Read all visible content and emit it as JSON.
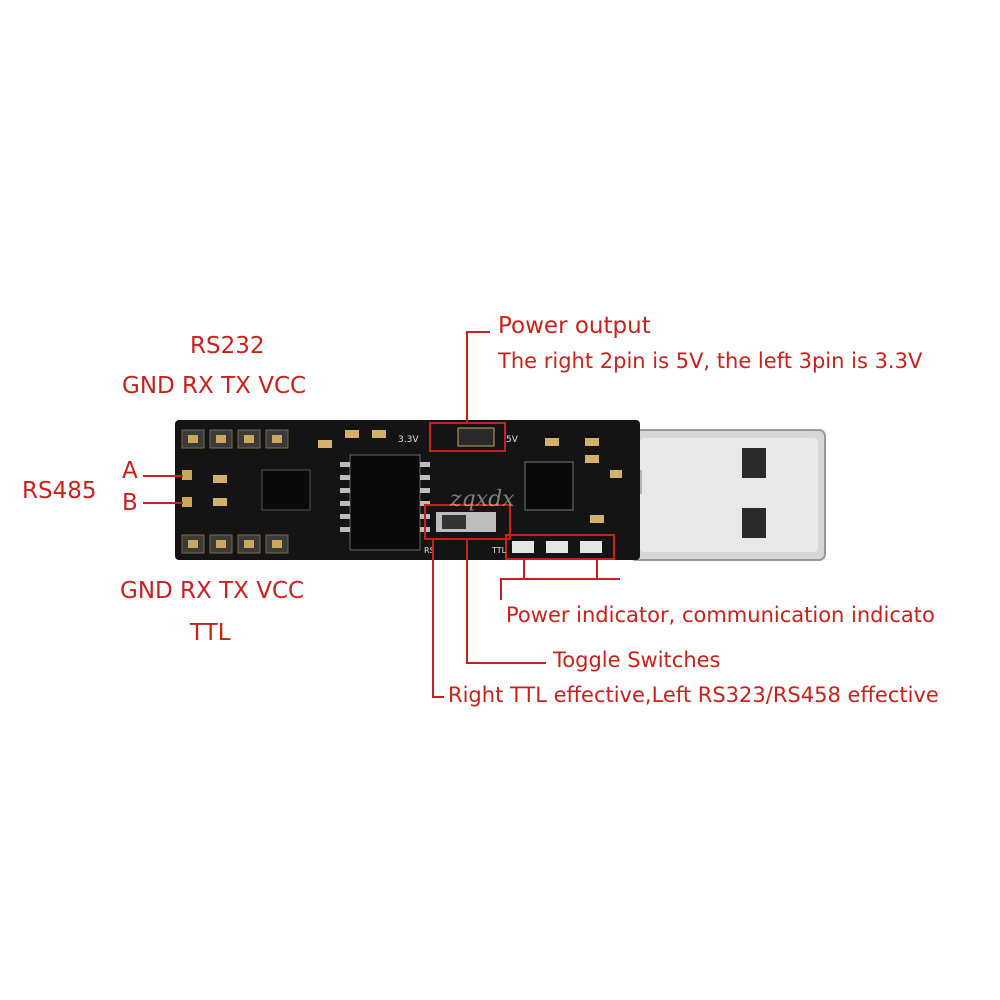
{
  "labels": {
    "rs232_title": "RS232",
    "rs232_pins": "GND RX TX VCC",
    "rs485_title": "RS485",
    "rs485_a": "A",
    "rs485_b": "B",
    "ttl_pins": "GND RX TX VCC",
    "ttl_title": "TTL",
    "power_output_title": "Power output",
    "power_output_desc": "The right 2pin is 5V, the left 3pin is 3.3V",
    "indicator_desc": "Power indicator, communication indicato",
    "toggle_desc": "Toggle Switches",
    "switch_desc": "Right TTL effective,Left RS323/RS458 effective"
  },
  "board_silkscreen": {
    "voltage_mark": "3.3V",
    "five_volt_mark": "5V",
    "rs_mark": "RS",
    "ttl_mark": "TTL",
    "watermark": "zqxdx"
  },
  "colors": {
    "annotation": "#c8211c",
    "pcb": "#141414",
    "usb_metal": "#d9d9d9"
  }
}
